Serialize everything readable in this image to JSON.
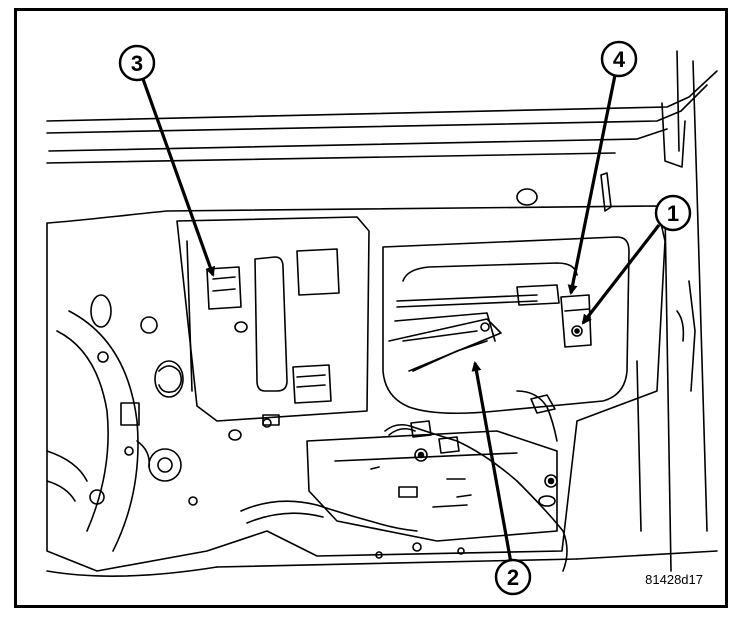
{
  "figure_id": "81428d17",
  "callouts": [
    {
      "label": "1"
    },
    {
      "label": "2"
    },
    {
      "label": "3"
    },
    {
      "label": "4"
    }
  ]
}
